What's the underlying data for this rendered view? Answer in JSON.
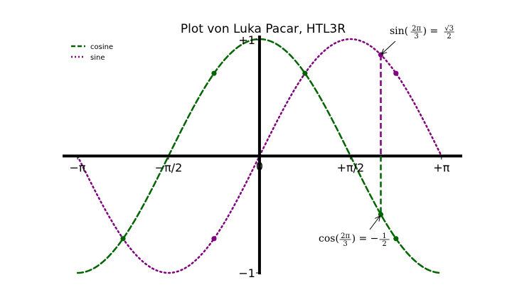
{
  "chart_data": {
    "type": "line",
    "title": "Plot von Luka Pacar, HTL3R",
    "x_ticks": [
      {
        "value": -3.14159,
        "label": "−π"
      },
      {
        "value": -1.5708,
        "label": "−π/2"
      },
      {
        "value": 1.5708,
        "label": "+π/2"
      },
      {
        "value": 3.14159,
        "label": "+π"
      }
    ],
    "y_ticks": [
      {
        "value": 1,
        "label": "+1"
      },
      {
        "value": -1,
        "label": "−1"
      }
    ],
    "origin_label": "0",
    "xlim": [
      -3.4,
      3.5
    ],
    "ylim": [
      -1.0,
      1.0
    ],
    "grid": false,
    "legend_position": "top-left",
    "series": [
      {
        "name": "cosine",
        "function": "cos",
        "color": "#006400",
        "style": "dashed",
        "x": [
          -3.14159,
          -2.35619,
          -1.5708,
          -0.7854,
          0,
          0.7854,
          1.5708,
          2.35619,
          3.14159
        ],
        "y": [
          -1.0,
          -0.707,
          0.0,
          0.707,
          1.0,
          0.707,
          0.0,
          -0.707,
          -1.0
        ],
        "marker_x": [
          -2.356,
          -0.785,
          0.785,
          2.094,
          2.356
        ],
        "marker_y": [
          -0.707,
          0.707,
          0.707,
          -0.5,
          -0.707
        ]
      },
      {
        "name": "sine",
        "function": "sin",
        "color": "#800080",
        "style": "dotted",
        "x": [
          -3.14159,
          -2.35619,
          -1.5708,
          -0.7854,
          0,
          0.7854,
          1.5708,
          2.35619,
          3.14159
        ],
        "y": [
          0.0,
          -0.707,
          -1.0,
          -0.707,
          0.0,
          0.707,
          1.0,
          0.707,
          0.0
        ],
        "marker_x": [
          -0.785,
          2.094,
          2.356
        ],
        "marker_y": [
          -0.707,
          0.866,
          0.707
        ]
      }
    ],
    "vertical_marker": {
      "x": 2.0944,
      "y_top": 0.866,
      "y_bottom": -0.5
    },
    "annotations": [
      {
        "id": "sin",
        "func": "sin",
        "arg_num": "2π",
        "arg_den": "3",
        "result_sign": "",
        "result_num": "√3",
        "result_den": "2"
      },
      {
        "id": "cos",
        "func": "cos",
        "arg_num": "2π",
        "arg_den": "3",
        "result_sign": "−",
        "result_num": "1",
        "result_den": "2"
      }
    ]
  }
}
